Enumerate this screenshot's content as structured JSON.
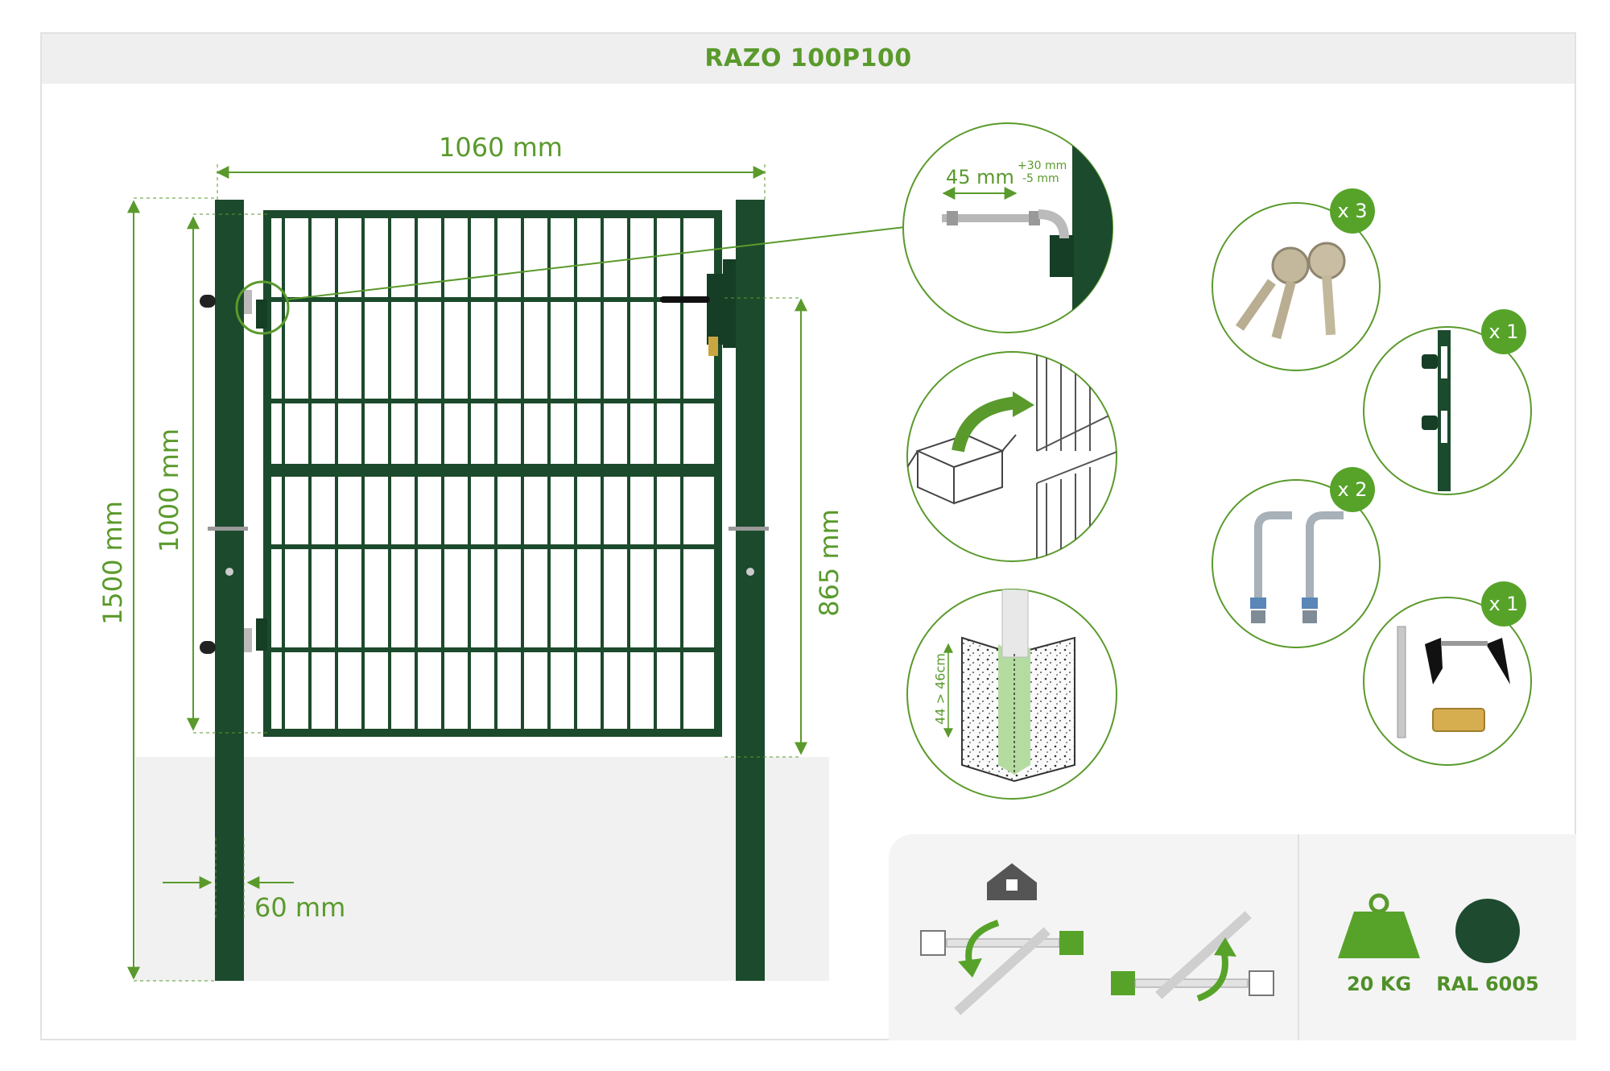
{
  "title": "RAZO 100P100",
  "dimensions": {
    "width": "1060 mm",
    "total_height": "1500 mm",
    "gate_height": "1000 mm",
    "handle_height": "865 mm",
    "post_width": "60 mm"
  },
  "hinge_detail": {
    "length": "45 mm",
    "tolerance_plus": "+30 mm",
    "tolerance_minus": "-5 mm"
  },
  "foundation_detail": {
    "depth": "44 > 46cm"
  },
  "accessories": [
    {
      "name": "keys",
      "count": "x 3"
    },
    {
      "name": "lock-strike",
      "count": "x 1"
    },
    {
      "name": "hinge-bolts",
      "count": "x 2"
    },
    {
      "name": "handle-set",
      "count": "x 1"
    }
  ],
  "specs": {
    "weight": "20 KG",
    "color": "RAL 6005",
    "color_hex": "#1e4a30"
  },
  "colors": {
    "accent": "#5a9a2c",
    "gate": "#1c4a2c",
    "badge": "#57a32a"
  },
  "icons": {
    "house": "house-icon",
    "weight": "weight-icon",
    "color_swatch": "color-swatch-icon"
  }
}
